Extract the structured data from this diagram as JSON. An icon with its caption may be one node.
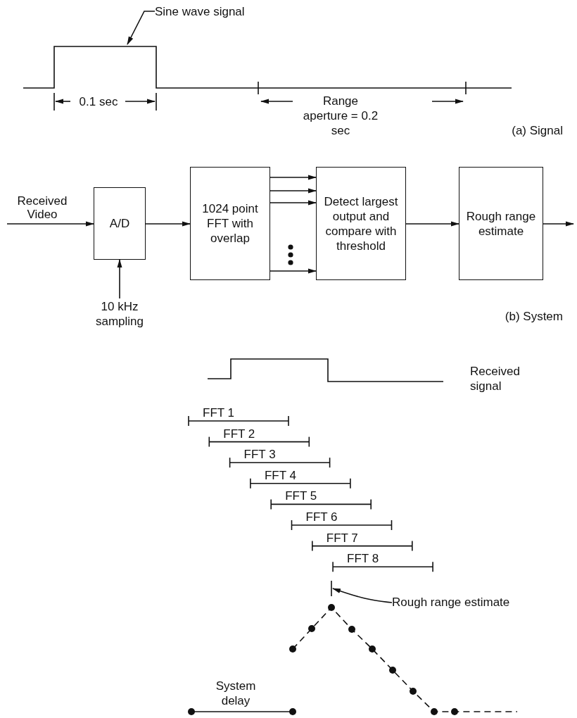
{
  "diagram": {
    "nodes": [
      {
        "text": [
          "Sine wave signal"
        ]
      },
      {
        "text": [
          "A/D"
        ]
      },
      {
        "text": [
          "1024 point FFT with overlap"
        ]
      },
      {
        "text": [
          "Detect largest output and compare with threshold"
        ]
      },
      {
        "text": [
          "Rough range estimate"
        ]
      },
      {
        "text": [
          "10 kHz sampling"
        ]
      },
      {
        "text": [
          "Rough range estimate"
        ]
      }
    ],
    "edges": [
      {
        "from": 0,
        "to": null,
        "arrow": "to"
      },
      {
        "from": null,
        "to": 1,
        "arrow": "to",
        "label": "Received Video"
      },
      {
        "from": 1,
        "to": 2,
        "arrow": "to"
      },
      {
        "from": 2,
        "to": 3,
        "arrow": "to"
      },
      {
        "from": 2,
        "to": 3,
        "arrow": "to"
      },
      {
        "from": 2,
        "to": 3,
        "arrow": "to"
      },
      {
        "from": 2,
        "to": 3,
        "arrow": "to"
      },
      {
        "from": 3,
        "to": 4,
        "arrow": "to"
      },
      {
        "from": 4,
        "to": null,
        "arrow": "to"
      },
      {
        "from": 5,
        "to": 1,
        "arrow": "to"
      },
      {
        "from": 6,
        "to": null,
        "arrow": "to"
      }
    ],
    "labels": [
      "0.1 sec",
      "Range aperture = 0.2 sec",
      "(a) Signal",
      "(b) System",
      "Received signal",
      "FFT 1",
      "FFT 2",
      "FFT 3",
      "FFT 4",
      "FFT 5",
      "FFT 6",
      "FFT 7",
      "FFT 8",
      "System delay"
    ]
  }
}
